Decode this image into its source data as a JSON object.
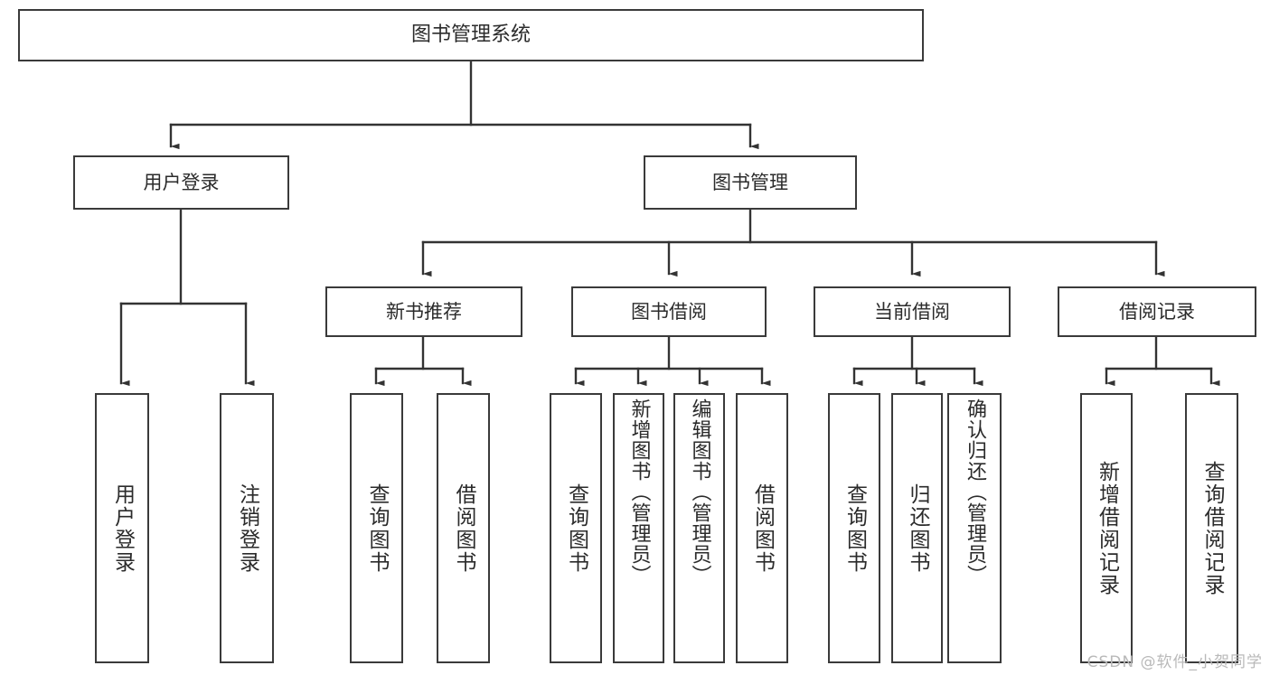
{
  "diagram": {
    "title": "图书管理系统",
    "type": "tree",
    "orientation": "top-down",
    "colors": {
      "background": "#ffffff",
      "box_border": "#3a3a3a",
      "box_fill": "#ffffff",
      "text": "#2b2b2b",
      "connector": "#333333",
      "watermark": "#b9b9b9"
    },
    "root": {
      "label": "图书管理系统"
    },
    "level1": [
      {
        "label": "用户登录"
      },
      {
        "label": "图书管理"
      }
    ],
    "level2": [
      {
        "label": "新书推荐"
      },
      {
        "label": "图书借阅"
      },
      {
        "label": "当前借阅"
      },
      {
        "label": "借阅记录"
      }
    ],
    "leaves": {
      "user_login": [
        {
          "label": "用户登录"
        },
        {
          "label": "注销登录"
        }
      ],
      "new_book_recommend": [
        {
          "label": "查询图书"
        },
        {
          "label": "借阅图书"
        }
      ],
      "book_borrow": [
        {
          "label": "查询图书"
        },
        {
          "label": "新增图书（管理员）"
        },
        {
          "label": "编辑图书（管理员）"
        },
        {
          "label": "借阅图书"
        }
      ],
      "current_borrow": [
        {
          "label": "查询图书"
        },
        {
          "label": "归还图书"
        },
        {
          "label": "确认归还（管理员）"
        }
      ],
      "borrow_record": [
        {
          "label": "新增借阅记录"
        },
        {
          "label": "查询借阅记录"
        }
      ]
    },
    "watermark": "CSDN @软件_小贺同学"
  }
}
